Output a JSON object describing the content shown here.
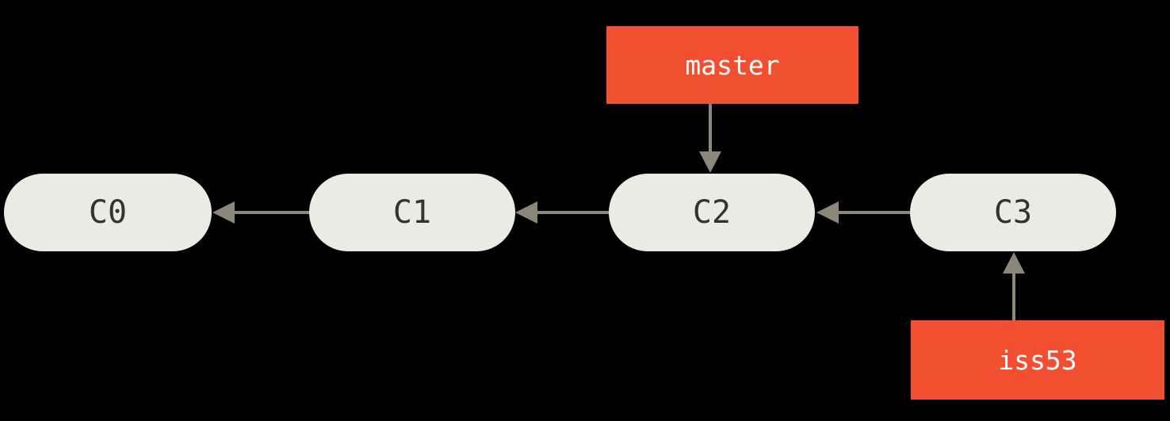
{
  "diagram": {
    "type": "git-commit-graph",
    "colors": {
      "background": "#000000",
      "commit_fill": "#ECEBE3",
      "commit_text": "#34332E",
      "branch_fill": "#F14E32",
      "branch_text": "#FFFFFF",
      "arrow": "#8D8779"
    },
    "commits": [
      {
        "id": "C0"
      },
      {
        "id": "C1"
      },
      {
        "id": "C2"
      },
      {
        "id": "C3"
      }
    ],
    "branches": [
      {
        "label": "master",
        "points_to": "C2"
      },
      {
        "label": "iss53",
        "points_to": "C3"
      }
    ],
    "edges": [
      {
        "from": "C1",
        "to": "C0"
      },
      {
        "from": "C2",
        "to": "C1"
      },
      {
        "from": "C3",
        "to": "C2"
      },
      {
        "from": "master",
        "to": "C2"
      },
      {
        "from": "iss53",
        "to": "C3"
      }
    ]
  }
}
